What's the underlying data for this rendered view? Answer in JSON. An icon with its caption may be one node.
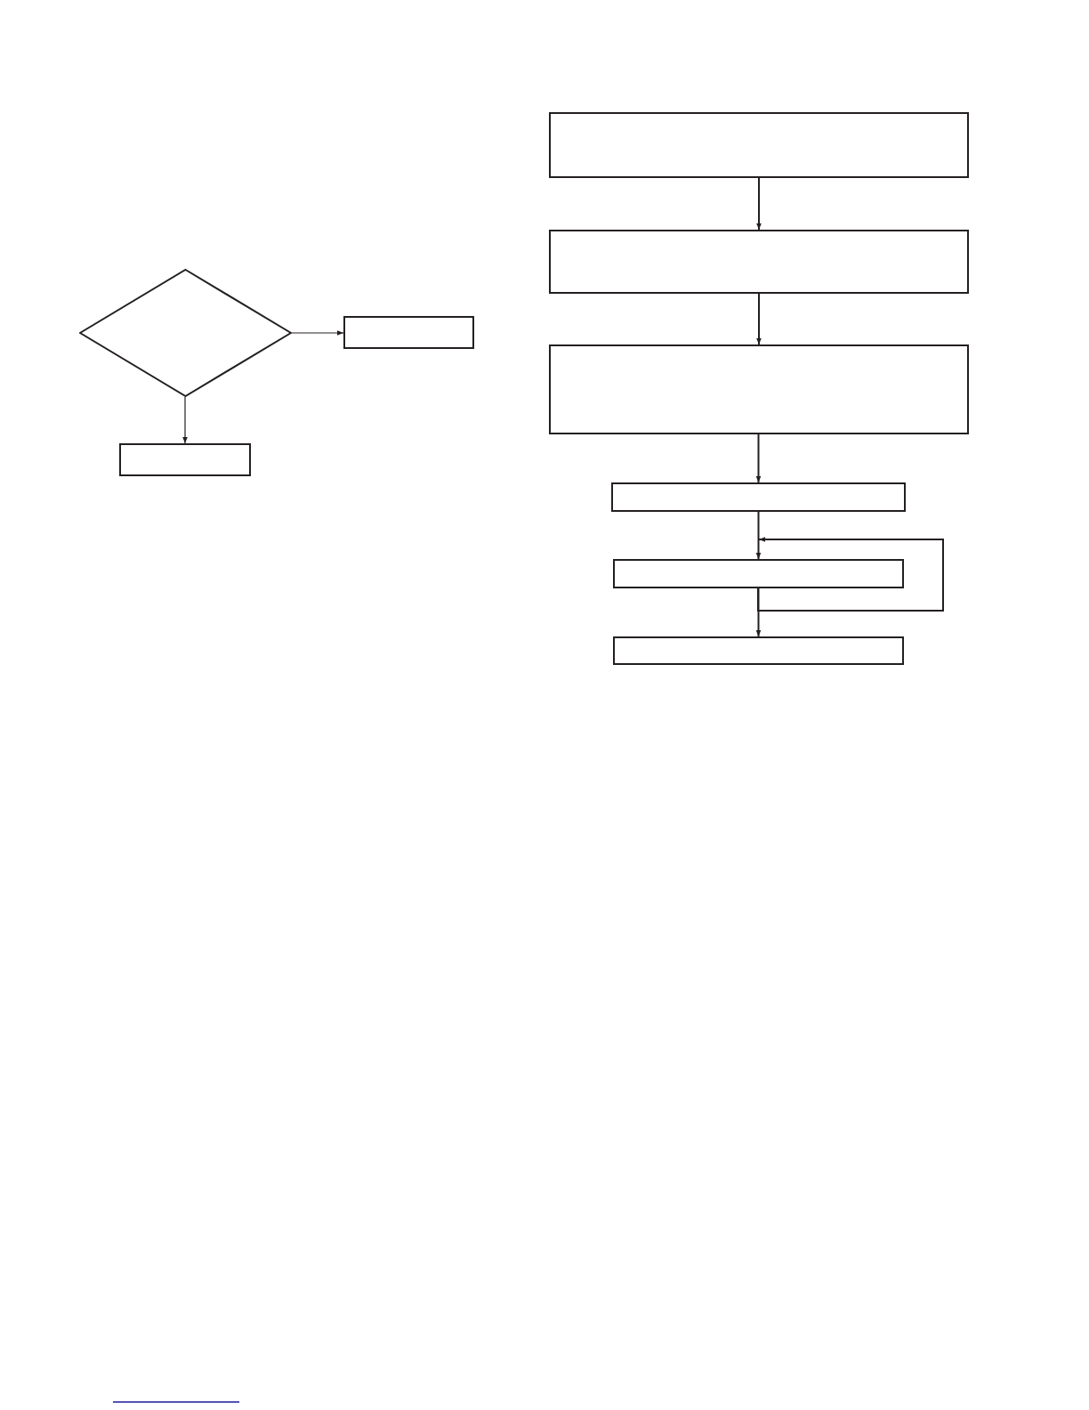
{
  "diagram": {
    "nodes": [
      {
        "text": [],
        "shape": "diamond"
      },
      {
        "text": [],
        "shape": "box"
      },
      {
        "text": [],
        "shape": "box"
      },
      {
        "text": [],
        "shape": "box"
      },
      {
        "text": [],
        "shape": "box"
      },
      {
        "text": [],
        "shape": "box"
      },
      {
        "text": [],
        "shape": "box"
      },
      {
        "text": [],
        "shape": "box"
      },
      {
        "text": [],
        "shape": "box"
      }
    ],
    "edges": [
      {
        "from": 0,
        "to": 1,
        "arrow": "to"
      },
      {
        "from": 0,
        "to": 2,
        "arrow": "to"
      },
      {
        "from": 3,
        "to": 4,
        "arrow": "to"
      },
      {
        "from": 4,
        "to": 5,
        "arrow": "to"
      },
      {
        "from": 5,
        "to": 6,
        "arrow": "to"
      },
      {
        "from": 6,
        "to": 7,
        "arrow": "to"
      },
      {
        "from": 7,
        "to": 8,
        "arrow": "to"
      },
      {
        "from": 7,
        "to": 7,
        "arrow": "to"
      }
    ]
  }
}
